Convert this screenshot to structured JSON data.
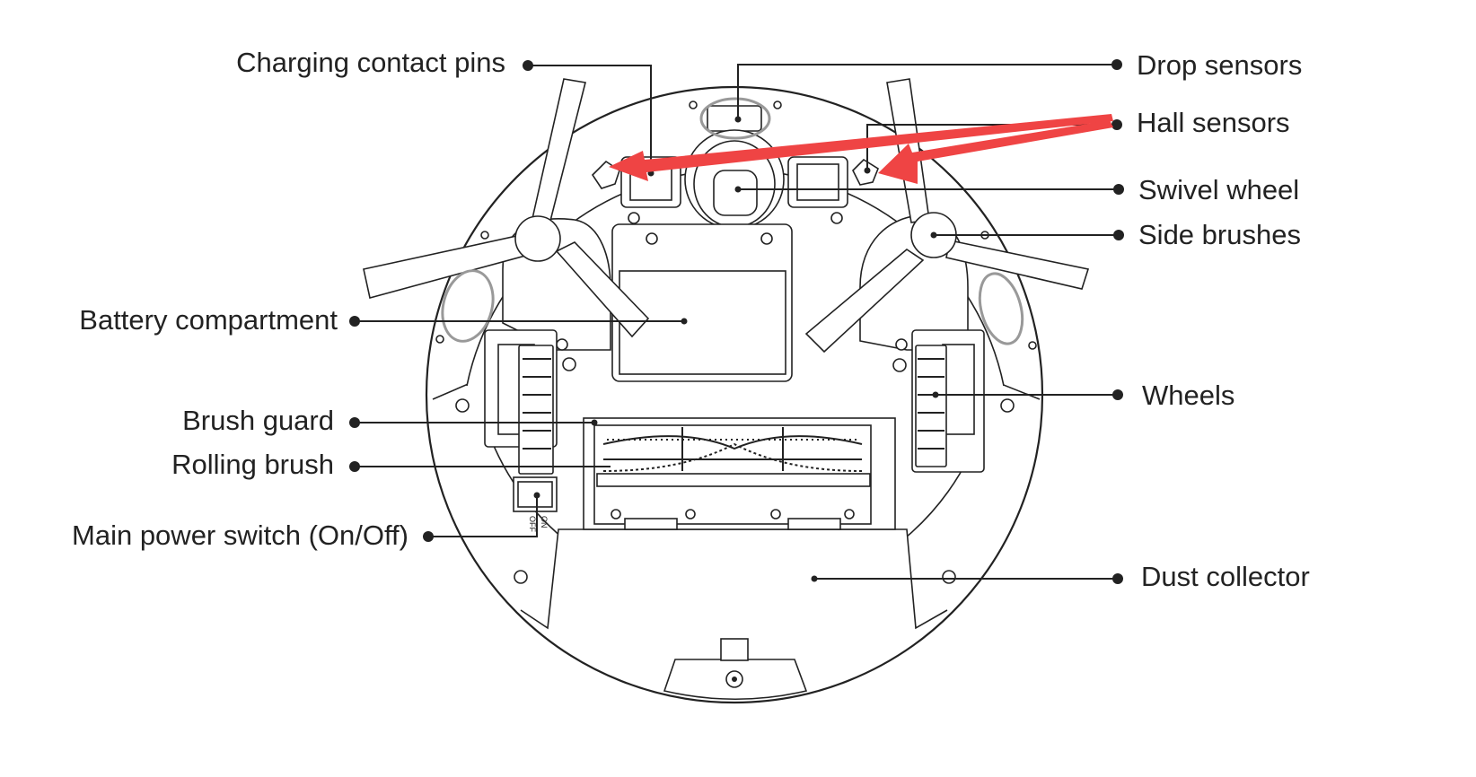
{
  "labels": {
    "charging_contact_pins": "Charging contact pins",
    "drop_sensors": "Drop sensors",
    "hall_sensors": "Hall sensors",
    "swivel_wheel": "Swivel wheel",
    "side_brushes": "Side brushes",
    "battery_compartment": "Battery compartment",
    "wheels": "Wheels",
    "brush_guard": "Brush guard",
    "rolling_brush": "Rolling brush",
    "main_power_switch": "Main power switch (On/Off)",
    "dust_collector": "Dust collector"
  },
  "switch": {
    "on": "ON",
    "off": "OFF"
  },
  "colors": {
    "arrow": "#ef4444",
    "highlight": "#999999",
    "line": "#222222"
  }
}
